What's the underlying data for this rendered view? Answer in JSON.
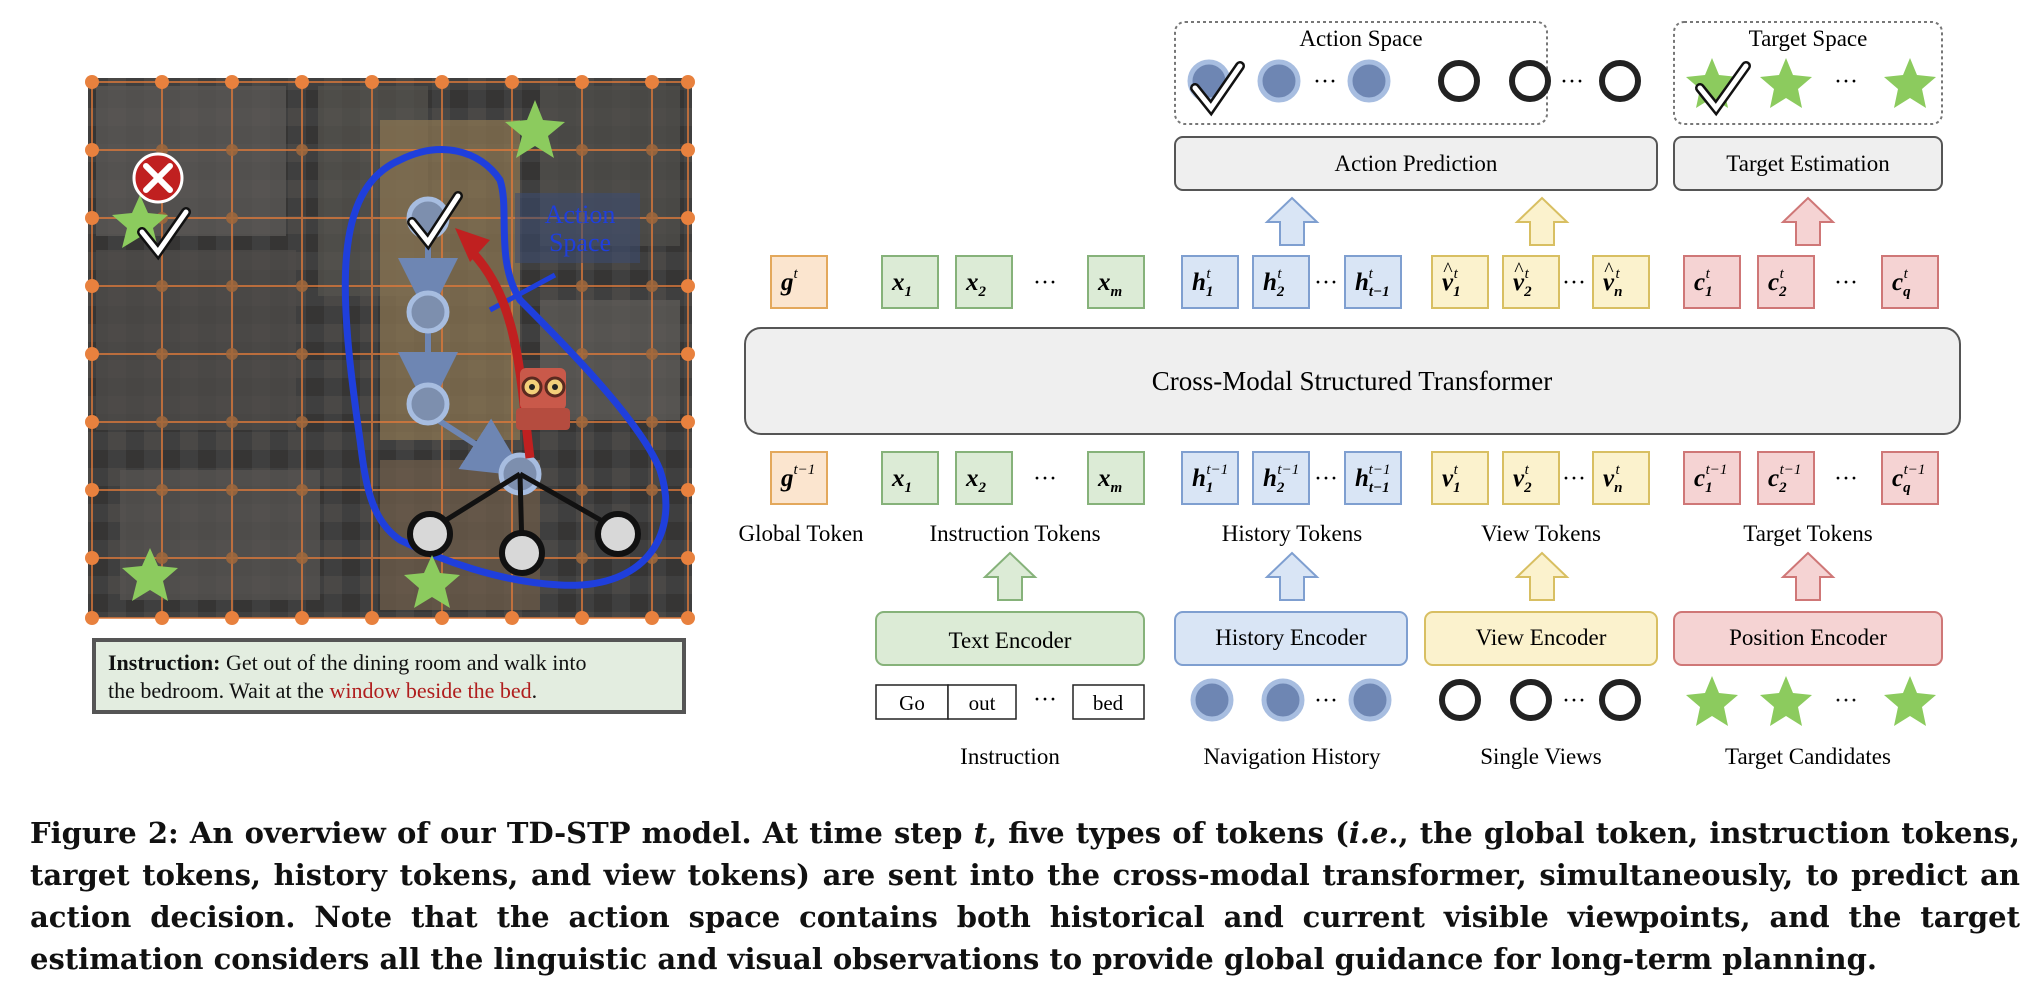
{
  "figure": {
    "map": {
      "action_space_label_1": "Action",
      "action_space_label_2": "Space",
      "instruction_prefix": "Instruction:",
      "instruction_line1_text": " Get out of the dining room and walk into",
      "instruction_line2_text": "the bedroom. Wait at the ",
      "instruction_highlight": "window beside the bed",
      "instruction_end": "."
    },
    "top": {
      "action_space_title": "Action Space",
      "target_space_title": "Target Space",
      "action_prediction": "Action Prediction",
      "target_estimation": "Target Estimation",
      "ellipsis": "···"
    },
    "transformer": {
      "label": "Cross-Modal Structured Transformer"
    },
    "group_labels": {
      "global": "Global Token",
      "instruction": "Instruction Tokens",
      "history": "History Tokens",
      "view": "View Tokens",
      "target": "Target Tokens"
    },
    "encoders": {
      "text": "Text Encoder",
      "history": "History Encoder",
      "view": "View Encoder",
      "position": "Position Encoder"
    },
    "inputs": {
      "words": [
        "Go",
        "out",
        "bed"
      ],
      "ellipsis": "···",
      "instruction": "Instruction",
      "navigation_history": "Navigation History",
      "single_views": "Single Views",
      "target_candidates": "Target Candidates"
    },
    "tokens": {
      "g": "g",
      "x": "x",
      "h": "h",
      "v": "v",
      "c": "c",
      "t": "t",
      "tm1": "t−1",
      "sub_1": "1",
      "sub_2": "2",
      "sub_m": "m",
      "sub_n": "n",
      "sub_q": "q",
      "sub_tm1": "t−1",
      "hat": "^"
    },
    "colors": {
      "global": "#fbe5cf",
      "global_border": "#e3a85c",
      "instruction": "#dcebd6",
      "instruction_border": "#86b27a",
      "history": "#d9e5f5",
      "history_border": "#7f9fd0",
      "view": "#fbf2cd",
      "view_border": "#d8bf62",
      "target": "#f5d3d3",
      "target_border": "#cf7777",
      "star": "#8ccb5e",
      "node": "#6e86b3",
      "path": "#1f3fdc",
      "arrow_red": "#c02020"
    }
  },
  "caption": {
    "p1": "Figure 2: An overview of our TD-STP model. At time step ",
    "t": "t",
    "p2": ", five types of tokens (",
    "ie": "i.e.",
    "p3": ", the global token, instruction tokens, target tokens, history tokens, and view tokens) are sent into the cross-modal transformer, simultaneously, to predict an action decision. Note that the action space contains both historical and current visible viewpoints, and the target estimation considers all the linguistic and visual observations to provide global guidance for long-term planning."
  }
}
